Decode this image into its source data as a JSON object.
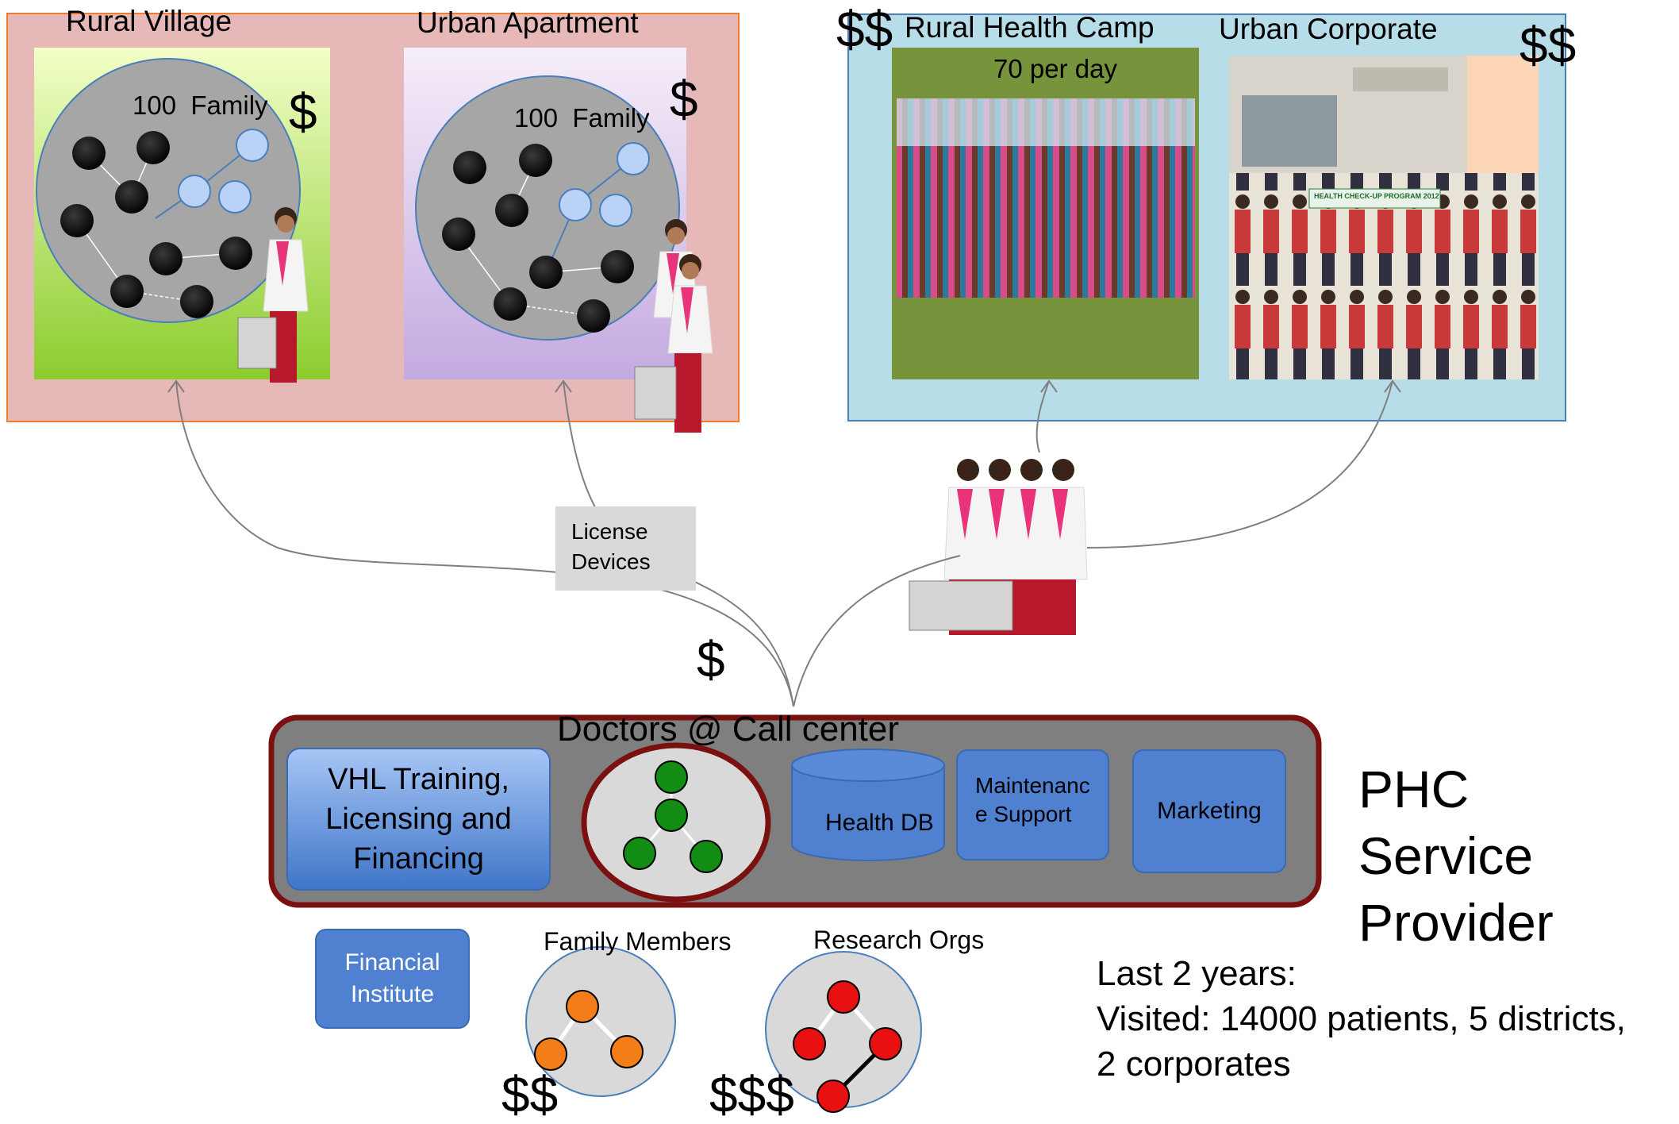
{
  "rural_village": {
    "title": "Rural Village",
    "family": "100  Family",
    "cost": "$"
  },
  "urban_apartment": {
    "title": "Urban Apartment",
    "family": "100  Family",
    "cost": "$"
  },
  "rural_health_camp": {
    "title": "Rural Health Camp",
    "note": "70 per day",
    "cost": "$$"
  },
  "urban_corporate": {
    "title": "Urban Corporate",
    "cost": "$$",
    "banner": "HEALTH CHECK-UP PROGRAM 2012"
  },
  "license_box": {
    "line1": "License",
    "line2": "Devices"
  },
  "center_cost": "$",
  "phc": {
    "call_center": "Doctors @ Call center",
    "training": [
      "VHL Training,",
      "Licensing and",
      "Financing"
    ],
    "health_db": "Health DB",
    "maintenance": [
      "Maintenanc",
      "e Support"
    ],
    "marketing": "Marketing",
    "title": [
      "PHC",
      "Service",
      "Provider"
    ]
  },
  "financial_institute": [
    "Financial",
    "Institute"
  ],
  "family_members": {
    "title": "Family Members",
    "cost": "$$"
  },
  "research_orgs": {
    "title": "Research Orgs",
    "cost": "$$$"
  },
  "stats": [
    "Last 2 years:",
    "Visited: 14000 patients, 5 districts,",
    "2 corporates"
  ],
  "colors": {
    "left_panel_bg": "#e6b9b8",
    "left_panel_border": "#f07c30",
    "right_panel_bg": "#b7dde8",
    "right_panel_border": "#4a7ebb",
    "community_circle": "#a6a6a6",
    "black_node": "#0d0d0d",
    "light_node": "#b9d2f5",
    "phc_bar": "#7f7f7f",
    "phc_border": "#7b1010",
    "blue_box": "#4f81d0",
    "green_node": "#128c12",
    "orange_node": "#f37d18",
    "red_node": "#e81010"
  }
}
